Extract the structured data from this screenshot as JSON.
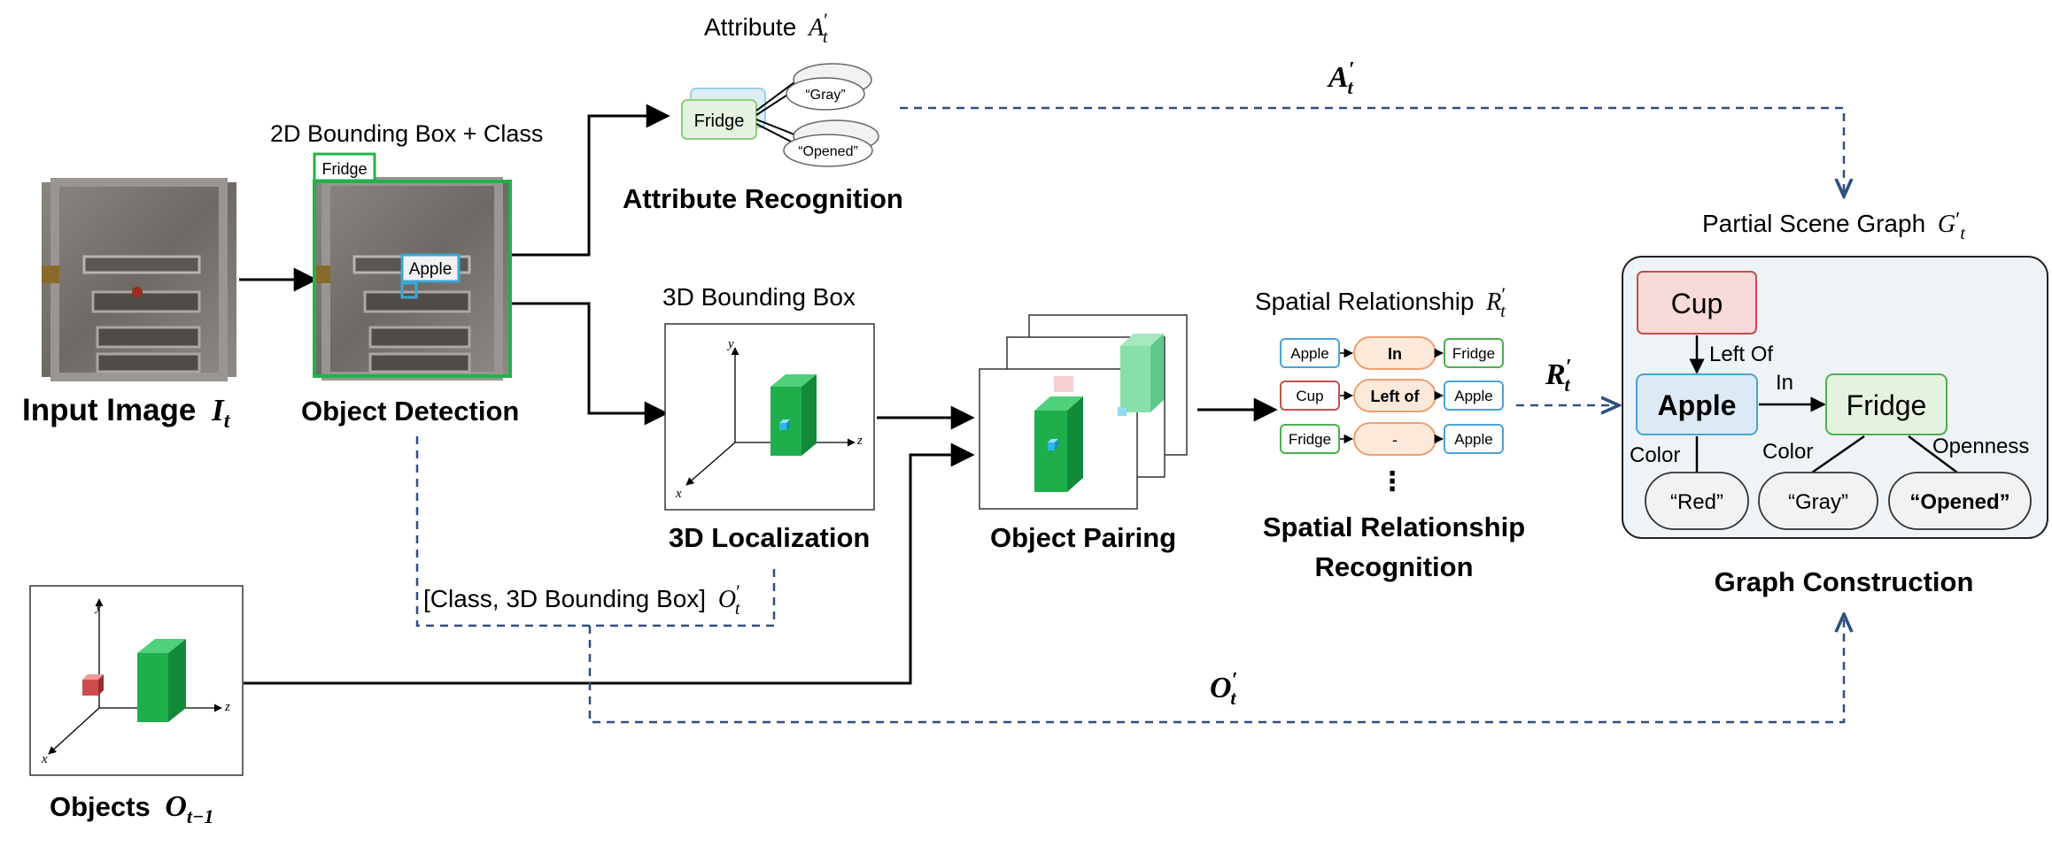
{
  "input": {
    "label": "Input Image",
    "var": "I",
    "sub": "t"
  },
  "detection": {
    "top_label": "2D Bounding Box + Class",
    "fridge_tag": "Fridge",
    "apple_tag": "Apple",
    "label": "Object Detection"
  },
  "attribute": {
    "top_label": "Attribute",
    "var": "A",
    "sub": "t",
    "prime": "′",
    "fridge": "Fridge",
    "val_gray": "“Gray”",
    "val_opened": "“Opened”",
    "label": "Attribute Recognition"
  },
  "localization": {
    "top_label": "3D Bounding Box",
    "label": "3D Localization",
    "axis_x": "x",
    "axis_y": "y",
    "axis_z": "z"
  },
  "pairing": {
    "label": "Object Pairing"
  },
  "spatial": {
    "top_label": "Spatial Relationship",
    "var": "R",
    "sub": "t",
    "prime": "′",
    "rows": [
      {
        "subject": "Apple",
        "relation": "In",
        "object": "Fridge"
      },
      {
        "subject": "Cup",
        "relation": "Left of",
        "object": "Apple"
      },
      {
        "subject": "Fridge",
        "relation": "-",
        "object": "Apple"
      }
    ],
    "ellipsis": "⋮",
    "label_line1": "Spatial Relationship",
    "label_line2": "Recognition"
  },
  "graph": {
    "top_label": "Partial Scene Graph",
    "var": "G",
    "prime": "′",
    "sub": "t",
    "nodes": {
      "cup": "Cup",
      "apple": "Apple",
      "fridge": "Fridge",
      "red": "“Red”",
      "gray": "“Gray”",
      "opened": "“Opened”"
    },
    "edges": {
      "left_of": "Left Of",
      "in": "In",
      "color1": "Color",
      "color2": "Color",
      "openness": "Openness"
    },
    "label": "Graph Construction"
  },
  "objects_prev": {
    "label": "Objects",
    "var": "O",
    "sub": "t−1",
    "axis_x": "x",
    "axis_y": "y",
    "axis_z": "z"
  },
  "flows": {
    "a_var": "A",
    "a_sub": "t",
    "a_prime": "′",
    "r_var": "R",
    "r_sub": "t",
    "r_prime": "′",
    "o_var": "O",
    "o_sub": "t",
    "o_prime": "′",
    "class_box_text": "[Class, 3D Bounding Box]",
    "class_box_var": "O",
    "class_box_sub": "t",
    "class_box_prime": "′"
  },
  "colors": {
    "green": "#22b14c",
    "blue": "#3aa6d6",
    "navy": "#2f4f7f",
    "cup_fill": "#f8dada",
    "cup_stroke": "#c0504d",
    "apple_fill": "#ddeaf6",
    "apple_stroke": "#4aa3d8",
    "fridge_fill": "#e6f2e0",
    "fridge_stroke": "#4caf50",
    "panel_fill": "#eef3f8",
    "rel_fill": "#fde9d9",
    "rel_stroke": "#e8a070"
  }
}
